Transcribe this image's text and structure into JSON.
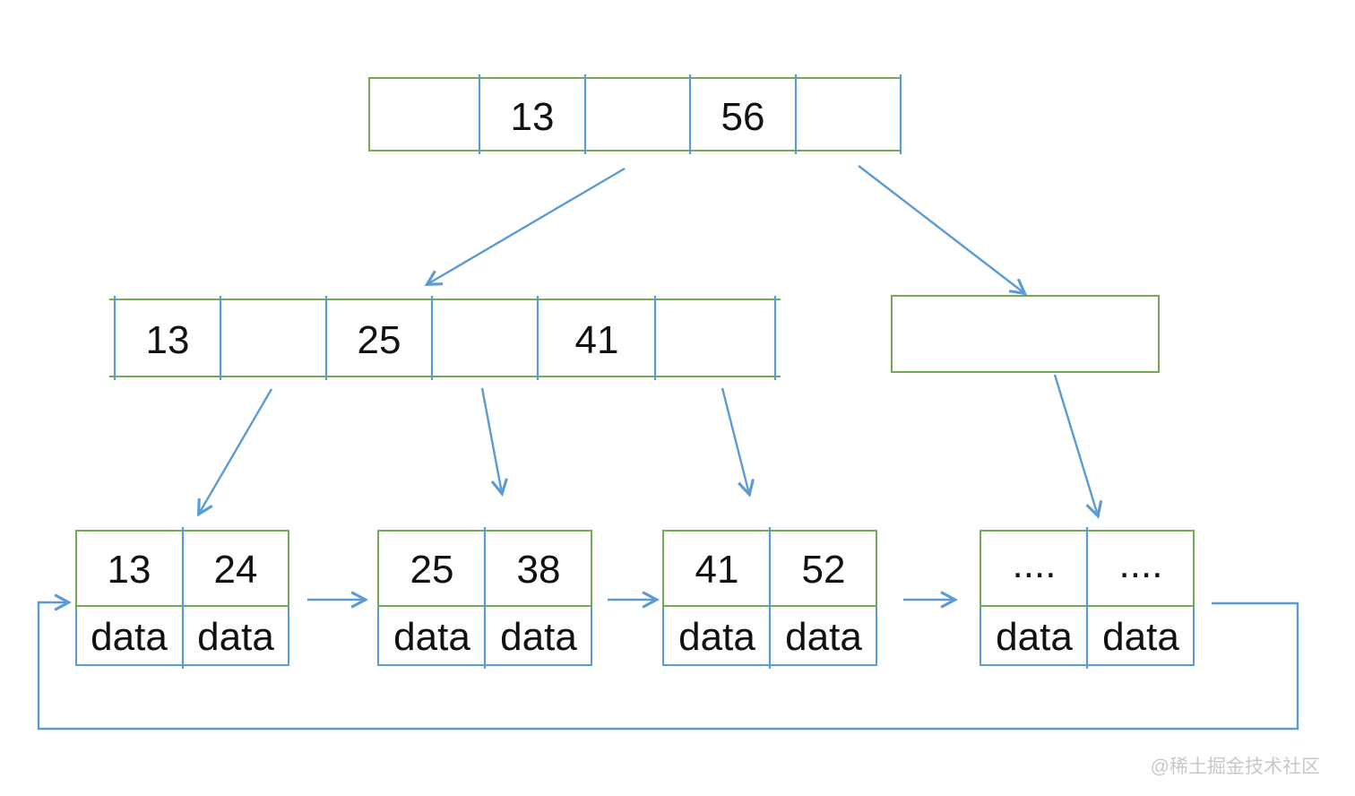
{
  "root_node": {
    "cells": [
      "",
      "13",
      "",
      "56",
      ""
    ]
  },
  "internal_node": {
    "cells": [
      "13",
      "",
      "25",
      "",
      "41",
      ""
    ]
  },
  "overflow_node": {
    "cells": [
      ""
    ]
  },
  "leaf_nodes": [
    {
      "keys": [
        "13",
        "24"
      ],
      "values": [
        "data",
        "data"
      ]
    },
    {
      "keys": [
        "25",
        "38"
      ],
      "values": [
        "data",
        "data"
      ]
    },
    {
      "keys": [
        "41",
        "52"
      ],
      "values": [
        "data",
        "data"
      ]
    },
    {
      "keys": [
        "....",
        "...."
      ],
      "values": [
        "data",
        "data"
      ]
    }
  ],
  "watermark": "@稀土掘金技术社区",
  "colors": {
    "node_border_green": "#74AA54",
    "connector_blue": "#5B9BD5",
    "text": "#111111",
    "watermark_gray": "#C8C8C8"
  }
}
